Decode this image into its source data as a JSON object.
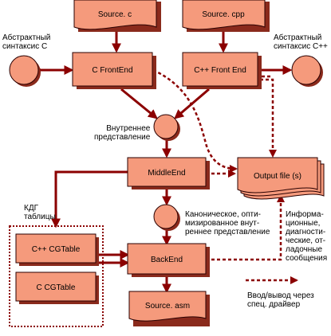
{
  "nodes": {
    "source_c": "Source. c",
    "source_cpp": "Source. cpp",
    "c_frontend": "C FrontEnd",
    "cpp_frontend": "C++ Front End",
    "middleend": "MiddleEnd",
    "output_file": "Output file (s)",
    "cpp_cgtable": "C++ CGTable",
    "c_cgtable": "C CGTable",
    "backend": "BackEnd",
    "source_asm": "Source. asm"
  },
  "labels": {
    "abstract_c": "Абстрактный\nсинтаксис C",
    "abstract_cpp": "Абстрактный\nсинтаксис C++",
    "internal_repr": "Внутреннее\nпредставление",
    "canonical_repr": "Каноническое, опти-\nмизированное внут-\nреннее представление",
    "kdg_tables": "КДГ\nтаблицы",
    "info_messages": "Информа-\nционные,\nдиагности-\nческие, от-\nладочные\nсообщения",
    "legend_io": "Ввод/вывод через\nспец. драйвер"
  },
  "colors": {
    "box_fill": "#f59a7c",
    "shadow": "#8a2a1c",
    "arrow": "#8b0000"
  }
}
